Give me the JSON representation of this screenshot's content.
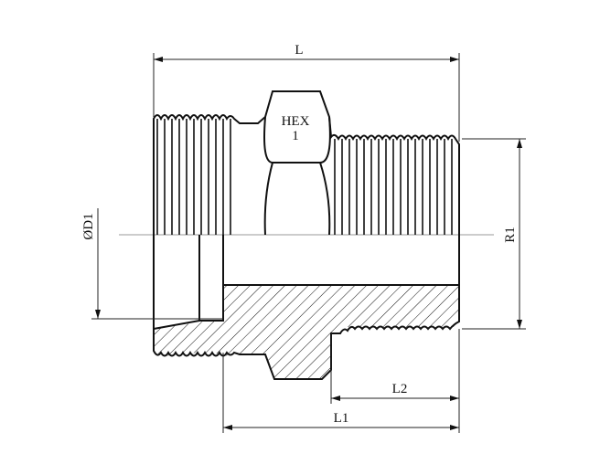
{
  "drawing": {
    "title": "Reducing adapter fitting",
    "labels": {
      "overall_length": "L",
      "hex_line1": "HEX",
      "hex_line2": "1",
      "bore_diameter": "ØD1",
      "thread_size": "R1",
      "length_l1": "L1",
      "length_l2": "L2"
    }
  }
}
